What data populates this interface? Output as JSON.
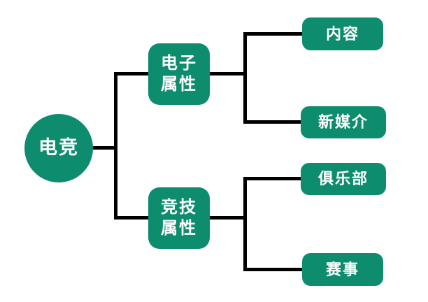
{
  "diagram": {
    "colors": {
      "node": "#0e8c6e",
      "node-text": "#ffffff",
      "line": "#000000",
      "background": "#ffffff"
    },
    "root": {
      "label": "电竞"
    },
    "branches": [
      {
        "label": "电子\n属性",
        "children": [
          {
            "label": "内容"
          },
          {
            "label": "新媒介"
          }
        ]
      },
      {
        "label": "竞技\n属性",
        "children": [
          {
            "label": "俱乐部"
          },
          {
            "label": "赛事"
          }
        ]
      }
    ]
  }
}
